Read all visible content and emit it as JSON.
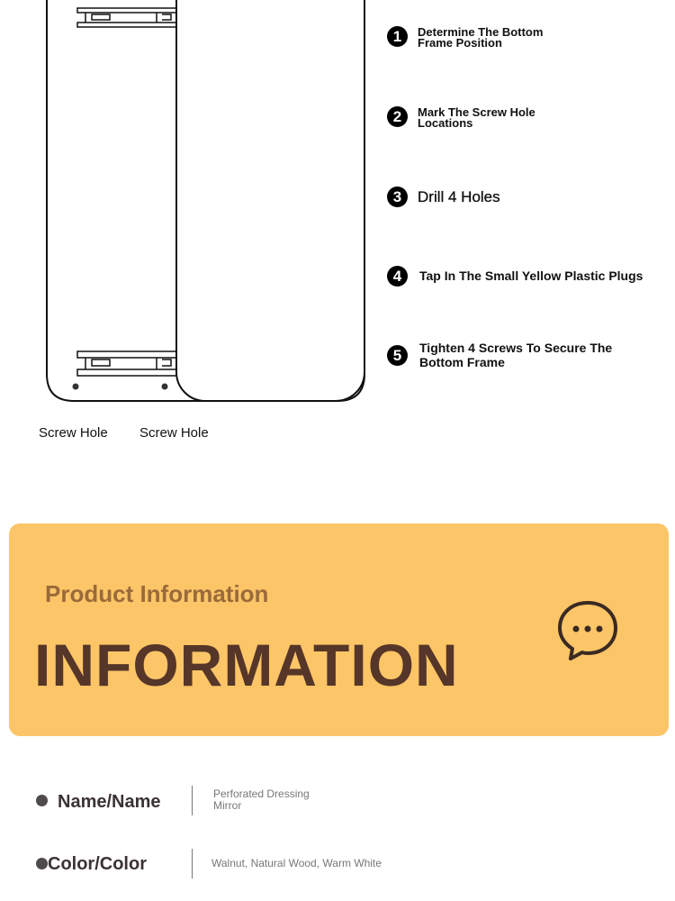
{
  "diagram": {
    "hole_labels": [
      "Screw Hole",
      "Screw Hole"
    ]
  },
  "steps": [
    {
      "number": "1",
      "text": "Determine The Bottom Frame Position"
    },
    {
      "number": "2",
      "text": "Mark The Screw Hole Locations"
    },
    {
      "number": "3",
      "text": "Drill 4 Holes"
    },
    {
      "number": "4",
      "text": "Tap In The Small Yellow Plastic Plugs"
    },
    {
      "number": "5",
      "text": "Tighten 4 Screws To Secure The Bottom Frame"
    }
  ],
  "banner": {
    "subtitle": "Product Information",
    "title": "INFORMATION",
    "background": "#fcc567",
    "icon": "chat-bubble-icon"
  },
  "specs": [
    {
      "label": "Name/Name",
      "value": "Perforated Dressing Mirror"
    },
    {
      "label": "Color/Color",
      "value": "Walnut, Natural Wood, Warm White"
    }
  ]
}
